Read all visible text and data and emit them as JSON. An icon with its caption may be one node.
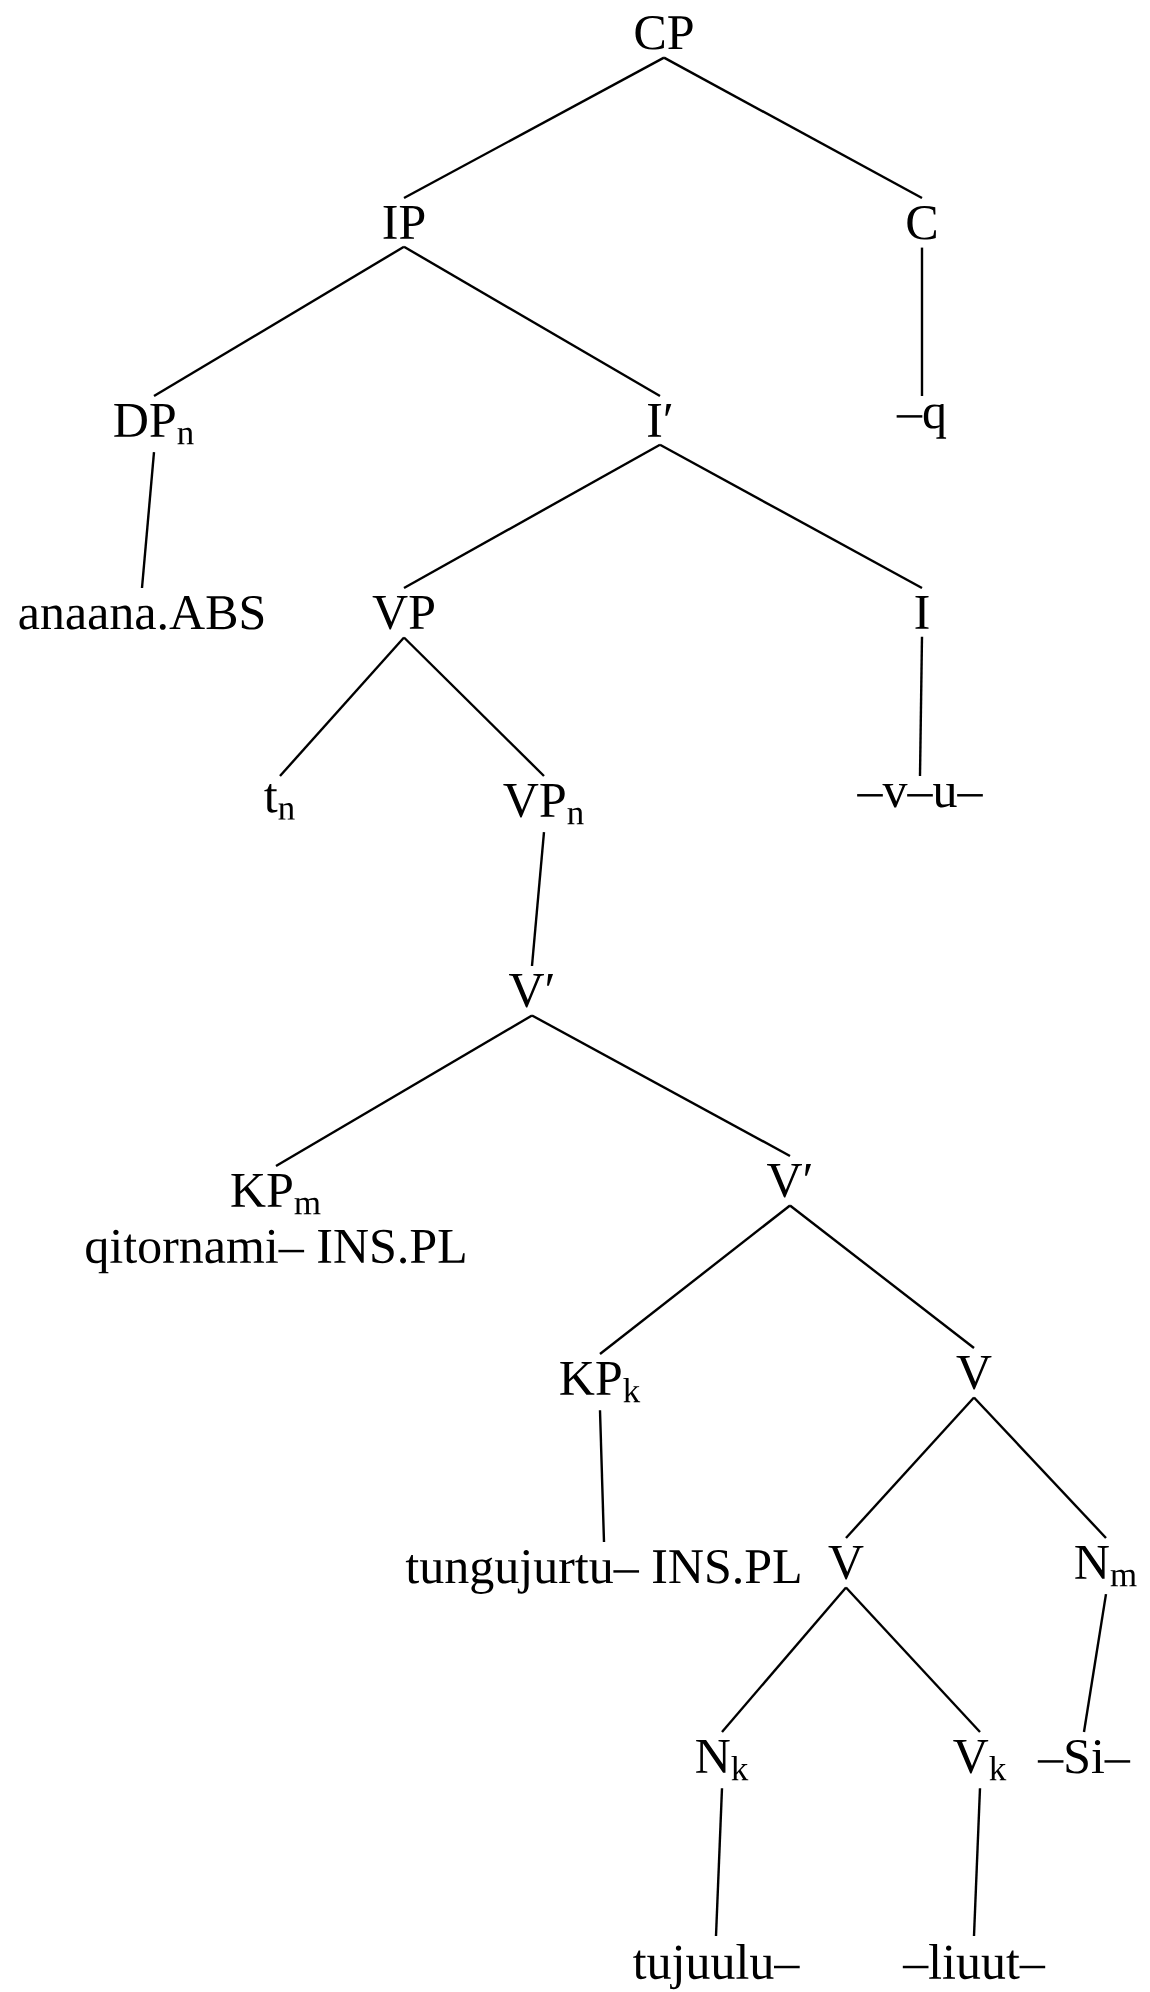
{
  "diagram": {
    "nodes": [
      {
        "text": [
          "CP"
        ]
      },
      {
        "text": [
          "IP"
        ]
      },
      {
        "text": [
          "C"
        ]
      },
      {
        "text": [
          "DP$_{n}$"
        ]
      },
      {
        "text": [
          "I′"
        ]
      },
      {
        "text": [
          "–q"
        ]
      },
      {
        "text": [
          "anaana.ABS"
        ]
      },
      {
        "text": [
          "VP"
        ]
      },
      {
        "text": [
          "I"
        ]
      },
      {
        "text": [
          "t$_{n}$"
        ]
      },
      {
        "text": [
          "VP$_{n}$"
        ]
      },
      {
        "text": [
          "–v–u–"
        ]
      },
      {
        "text": [
          "V′"
        ]
      },
      {
        "text": [
          "KP$_{m}$",
          "qitornami– INS.PL"
        ]
      },
      {
        "text": [
          "V′"
        ]
      },
      {
        "text": [
          "KP$_{k}$"
        ]
      },
      {
        "text": [
          "V"
        ]
      },
      {
        "text": [
          "tungujurtu– INS.PL"
        ]
      },
      {
        "text": [
          "V"
        ]
      },
      {
        "text": [
          "N$_{m}$"
        ]
      },
      {
        "text": [
          "N$_{k}$"
        ]
      },
      {
        "text": [
          "V$_{k}$"
        ]
      },
      {
        "text": [
          "–Si–"
        ]
      },
      {
        "text": [
          "tujuulu–"
        ]
      },
      {
        "text": [
          "–liuut–"
        ]
      }
    ],
    "edges": [
      {
        "from": 0,
        "to": 1,
        "arrow": "none"
      },
      {
        "from": 0,
        "to": 2,
        "arrow": "none"
      },
      {
        "from": 1,
        "to": 3,
        "arrow": "none"
      },
      {
        "from": 1,
        "to": 4,
        "arrow": "none"
      },
      {
        "from": 2,
        "to": 5,
        "arrow": "none"
      },
      {
        "from": 3,
        "to": 6,
        "arrow": "none"
      },
      {
        "from": 4,
        "to": 7,
        "arrow": "none"
      },
      {
        "from": 4,
        "to": 8,
        "arrow": "none"
      },
      {
        "from": 7,
        "to": 9,
        "arrow": "none"
      },
      {
        "from": 7,
        "to": 10,
        "arrow": "none"
      },
      {
        "from": 8,
        "to": 11,
        "arrow": "none"
      },
      {
        "from": 10,
        "to": 12,
        "arrow": "none"
      },
      {
        "from": 12,
        "to": 13,
        "arrow": "none"
      },
      {
        "from": 12,
        "to": 14,
        "arrow": "none"
      },
      {
        "from": 14,
        "to": 15,
        "arrow": "none"
      },
      {
        "from": 14,
        "to": 16,
        "arrow": "none"
      },
      {
        "from": 15,
        "to": 17,
        "arrow": "none"
      },
      {
        "from": 16,
        "to": 18,
        "arrow": "none"
      },
      {
        "from": 16,
        "to": 19,
        "arrow": "none"
      },
      {
        "from": 18,
        "to": 20,
        "arrow": "none"
      },
      {
        "from": 18,
        "to": 21,
        "arrow": "none"
      },
      {
        "from": 19,
        "to": 22,
        "arrow": "none"
      },
      {
        "from": 20,
        "to": 23,
        "arrow": "none"
      },
      {
        "from": 21,
        "to": 24,
        "arrow": "none"
      }
    ]
  }
}
